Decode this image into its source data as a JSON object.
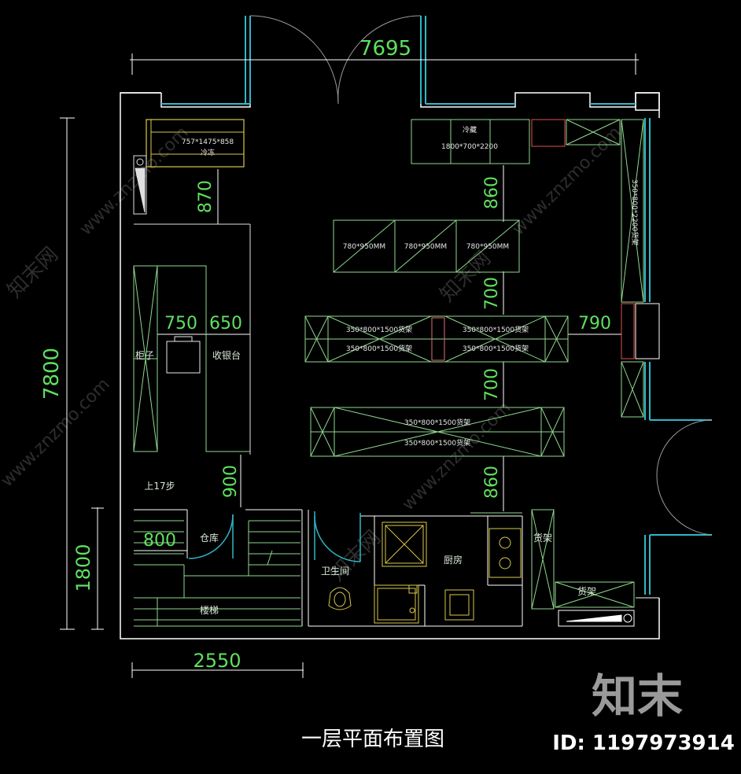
{
  "title": "一层平面布置图",
  "brand": {
    "logo_text": "知末",
    "id_text": "ID: 1197973914",
    "watermark": "www.znzmo.com",
    "watermark_cn": "知末网"
  },
  "dimensions": {
    "top_width": "7695",
    "left_height": "7800",
    "left_lower": "1800",
    "bottom_width": "2550",
    "d870": "870",
    "d860_top": "860",
    "d700_a": "700",
    "d700_b": "700",
    "d860_bottom": "860",
    "d750": "750",
    "d650": "650",
    "d790": "790",
    "d900": "900",
    "d800": "800"
  },
  "labels": {
    "freezer_size": "757*1475*858",
    "freezer": "冷冻",
    "fridge": "冷藏",
    "fridge_size": "1800*700*2200",
    "island_1": "780*950MM",
    "island_2": "780*950MM",
    "island_3": "780*950MM",
    "shelf_a1": "350*800*1500货架",
    "shelf_a2": "350*800*1500货架",
    "shelf_a3": "350*800*1500货架",
    "shelf_a4": "350*800*1500货架",
    "shelf_b1": "350*800*1500货架",
    "shelf_b2": "350*800*1500货架",
    "right_shelf": "350*800*2200货架",
    "cabinet": "柜子",
    "cashier": "收银台",
    "stairs_up": "上17步",
    "storage": "仓库",
    "toilet": "卫生间",
    "kitchen": "厨房",
    "stairs": "楼梯",
    "shelf_k1": "货架",
    "shelf_k2": "货架"
  }
}
